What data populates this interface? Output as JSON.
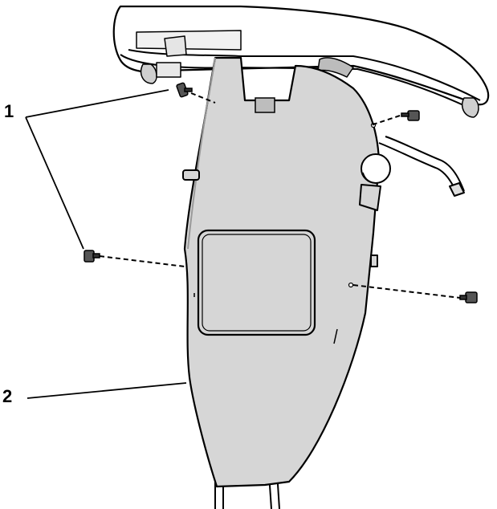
{
  "callouts": [
    {
      "label": "1",
      "part": "bolts"
    },
    {
      "label": "2",
      "part": "cover"
    }
  ],
  "colors": {
    "cover_fill": "#d6d6d6",
    "line": "#000000",
    "background": "#ffffff",
    "handle_fill": "#ffffff",
    "shadow": "#9a9a9a"
  }
}
